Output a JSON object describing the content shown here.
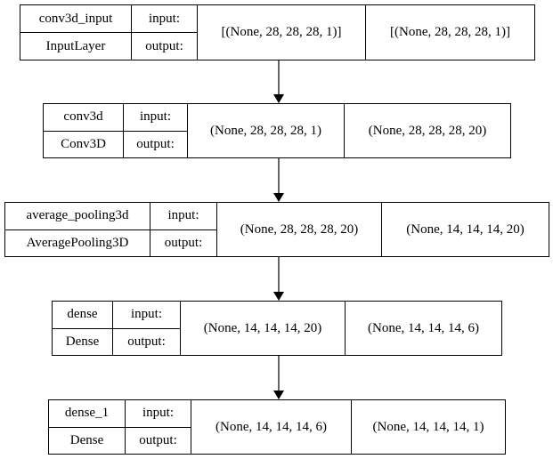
{
  "io_labels": {
    "input": "input:",
    "output": "output:"
  },
  "layers": [
    {
      "name": "conv3d_input",
      "type": "InputLayer",
      "input_shape": "[(None, 28, 28, 28, 1)]",
      "output_shape": "[(None, 28, 28, 28, 1)]"
    },
    {
      "name": "conv3d",
      "type": "Conv3D",
      "input_shape": "(None, 28, 28, 28, 1)",
      "output_shape": "(None, 28, 28, 28, 20)"
    },
    {
      "name": "average_pooling3d",
      "type": "AveragePooling3D",
      "input_shape": "(None, 28, 28, 28, 20)",
      "output_shape": "(None, 14, 14, 14, 20)"
    },
    {
      "name": "dense",
      "type": "Dense",
      "input_shape": "(None, 14, 14, 14, 20)",
      "output_shape": "(None, 14, 14, 14, 6)"
    },
    {
      "name": "dense_1",
      "type": "Dense",
      "input_shape": "(None, 14, 14, 14, 6)",
      "output_shape": "(None, 14, 14, 14, 1)"
    }
  ],
  "colors": {
    "stroke": "#000000",
    "background": "#ffffff"
  }
}
